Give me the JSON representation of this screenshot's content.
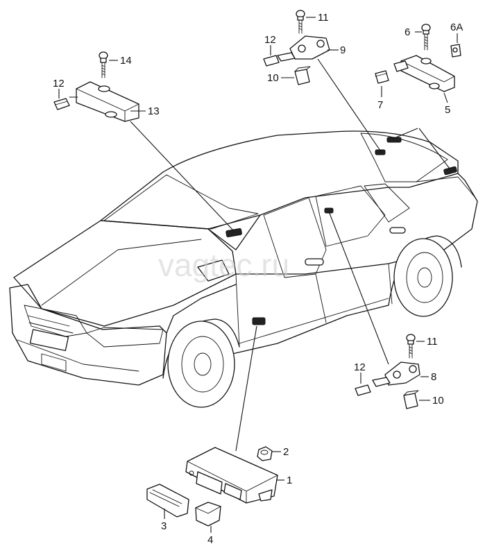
{
  "watermark": "vagtec.ru",
  "labels": {
    "l1": "1",
    "l2": "2",
    "l3": "3",
    "l4": "4",
    "l5": "5",
    "l6": "6",
    "l6a": "6A",
    "l7": "7",
    "l8": "8",
    "l9": "9",
    "l10a": "10",
    "l10b": "10",
    "l11a": "11",
    "l11b": "11",
    "l12a": "12",
    "l12b": "12",
    "l12c": "12",
    "l13": "13",
    "l14": "14"
  }
}
